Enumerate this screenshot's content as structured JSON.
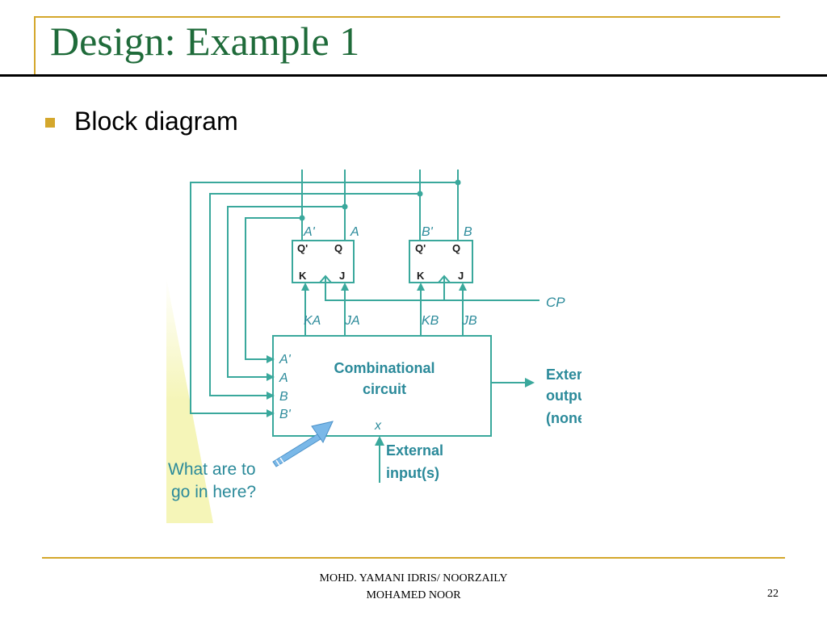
{
  "slide": {
    "title": "Design: Example 1",
    "bullet": "Block diagram"
  },
  "diagram": {
    "flipflop_a": {
      "out_q_bar": "A'",
      "out_q": "A",
      "pin_q_bar": "Q'",
      "pin_q": "Q",
      "pin_k": "K",
      "pin_j": "J",
      "in_k": "KA",
      "in_j": "JA"
    },
    "flipflop_b": {
      "out_q_bar": "B'",
      "out_q": "B",
      "pin_q_bar": "Q'",
      "pin_q": "Q",
      "pin_k": "K",
      "pin_j": "J",
      "in_k": "KB",
      "in_j": "JB"
    },
    "clock_label": "CP",
    "combinational": {
      "title_line1": "Combinational",
      "title_line2": "circuit",
      "inputs": [
        "A'",
        "A",
        "B",
        "B'"
      ],
      "external_in_pin": "x"
    },
    "external_output": [
      "External",
      "output(s)",
      "(none)"
    ],
    "external_input": [
      "External",
      "input(s)"
    ],
    "callout": [
      "What are to",
      "go in here?"
    ]
  },
  "colors": {
    "title": "#1f6b3a",
    "accent_gold": "#d4a72c",
    "diagram_line": "#3aa89c",
    "diagram_text": "#2b8a9a",
    "callout_arrow": "#7ab8e8",
    "callout_highlight": "#f4f4b0"
  },
  "footer": {
    "author_line1": "MOHD. YAMANI IDRIS/ NOORZAILY",
    "author_line2": "MOHAMED NOOR",
    "page_number": "22"
  }
}
